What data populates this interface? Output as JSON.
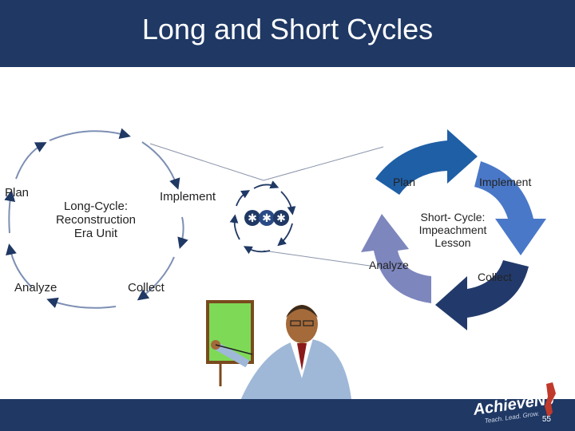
{
  "title": "Long and Short Cycles",
  "long_cycle": {
    "heading": "Long-Cycle:",
    "line1": "Reconstruction",
    "line2": "Era Unit",
    "plan": "Plan",
    "implement": "Implement",
    "analyze": "Analyze",
    "collect": "Collect"
  },
  "short_cycle": {
    "heading": "Short- Cycle:",
    "line1": "Impeachment",
    "line2": "Lesson",
    "plan": "Plan",
    "implement": "Implement",
    "analyze": "Analyze",
    "collect": "Collect"
  },
  "footer": {
    "logo_text": "AchieveNJ",
    "tagline": "Teach. Lead. Grow.",
    "page_number": "55"
  },
  "colors": {
    "title_bar": "#1f3864",
    "arrow_plan": "#1f5fa6",
    "arrow_implement": "#4a78c8",
    "arrow_collect": "#223a6b",
    "arrow_analyze": "#7d86bd",
    "board": "#7ed957"
  }
}
